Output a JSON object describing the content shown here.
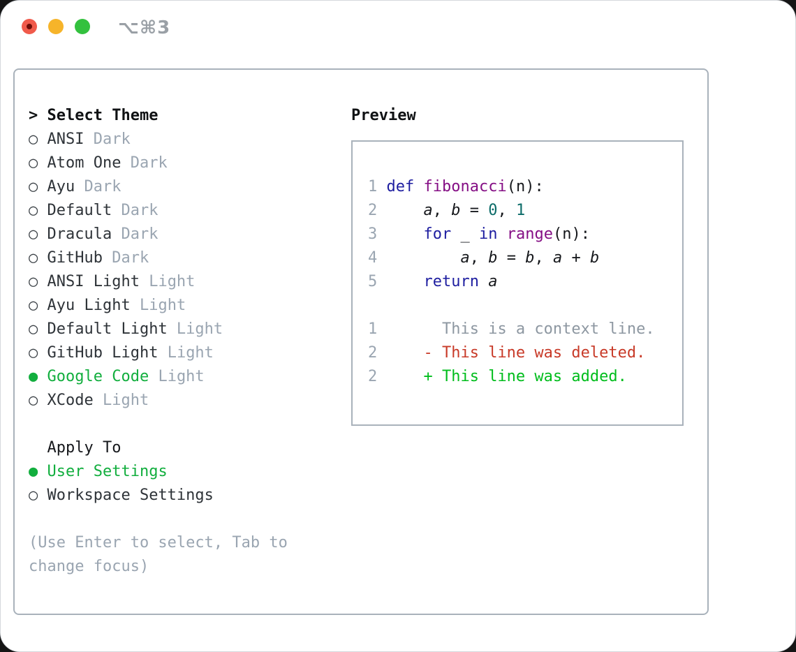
{
  "window": {
    "title": "⌥⌘3"
  },
  "traffic_lights": [
    {
      "name": "close-button",
      "color": "#f05a4b"
    },
    {
      "name": "minimize-button",
      "color": "#f6b42a"
    },
    {
      "name": "zoom-button",
      "color": "#33c13e"
    }
  ],
  "theme_selector": {
    "header_prefix": "> ",
    "header": "Select Theme",
    "bullet_unselected": "○ ",
    "bullet_selected": "● ",
    "items": [
      {
        "name": "ANSI",
        "variant": "Dark",
        "selected": false
      },
      {
        "name": "Atom One",
        "variant": "Dark",
        "selected": false
      },
      {
        "name": "Ayu",
        "variant": "Dark",
        "selected": false
      },
      {
        "name": "Default",
        "variant": "Dark",
        "selected": false
      },
      {
        "name": "Dracula",
        "variant": "Dark",
        "selected": false
      },
      {
        "name": "GitHub",
        "variant": "Dark",
        "selected": false
      },
      {
        "name": "ANSI Light",
        "variant": "Light",
        "selected": false
      },
      {
        "name": "Ayu Light",
        "variant": "Light",
        "selected": false
      },
      {
        "name": "Default Light",
        "variant": "Light",
        "selected": false
      },
      {
        "name": "GitHub Light",
        "variant": "Light",
        "selected": false
      },
      {
        "name": "Google Code",
        "variant": "Light",
        "selected": true
      },
      {
        "name": "XCode",
        "variant": "Light",
        "selected": false
      }
    ]
  },
  "apply_to": {
    "header_prefix": "  ",
    "header": "Apply To",
    "options": [
      {
        "label": "User Settings",
        "selected": true
      },
      {
        "label": "Workspace Settings",
        "selected": false
      }
    ]
  },
  "hint": "(Use Enter to select, Tab to\nchange focus)",
  "preview": {
    "header": "Preview",
    "code_lines": [
      {
        "num": "1",
        "tokens": [
          [
            "kw",
            "def"
          ],
          [
            "pl",
            " "
          ],
          [
            "fn",
            "fibonacci"
          ],
          [
            "pl",
            "(n):"
          ]
        ]
      },
      {
        "num": "2",
        "tokens": [
          [
            "pl",
            "    "
          ],
          [
            "vr",
            "a"
          ],
          [
            "pl",
            ", "
          ],
          [
            "vr",
            "b"
          ],
          [
            "pl",
            " = "
          ],
          [
            "nm",
            "0"
          ],
          [
            "pl",
            ", "
          ],
          [
            "nm",
            "1"
          ]
        ]
      },
      {
        "num": "3",
        "tokens": [
          [
            "pl",
            "    "
          ],
          [
            "kw",
            "for"
          ],
          [
            "pl",
            " _ "
          ],
          [
            "kw",
            "in"
          ],
          [
            "pl",
            " "
          ],
          [
            "fn",
            "range"
          ],
          [
            "pl",
            "(n):"
          ]
        ]
      },
      {
        "num": "4",
        "tokens": [
          [
            "pl",
            "        "
          ],
          [
            "vr",
            "a"
          ],
          [
            "pl",
            ", "
          ],
          [
            "vr",
            "b"
          ],
          [
            "pl",
            " = "
          ],
          [
            "vr",
            "b"
          ],
          [
            "pl",
            ", "
          ],
          [
            "vr",
            "a"
          ],
          [
            "pl",
            " + "
          ],
          [
            "vr",
            "b"
          ]
        ]
      },
      {
        "num": "5",
        "tokens": [
          [
            "pl",
            "    "
          ],
          [
            "kw",
            "return"
          ],
          [
            "pl",
            " "
          ],
          [
            "vr",
            "a"
          ]
        ]
      }
    ],
    "diff_lines": [
      {
        "num": "1",
        "type": "ctx",
        "text": "      This is a context line."
      },
      {
        "num": "2",
        "type": "del",
        "text": "    - This line was deleted."
      },
      {
        "num": "2",
        "type": "add",
        "text": "    + This line was added."
      }
    ]
  },
  "colors": {
    "selection_green": "#12ae3e",
    "keyword_blue": "#1e1ea0",
    "function_purple": "#850f85",
    "number_teal": "#0b6b68",
    "diff_red": "#c83a28",
    "diff_add_green": "#00bd1c",
    "muted_gray": "#9aa5b1",
    "border_gray": "#a9b2bb",
    "title_gray": "#9aa0a6",
    "traffic_red": "#f05a4b",
    "traffic_yellow": "#f6b42a",
    "traffic_green": "#33c13e"
  }
}
